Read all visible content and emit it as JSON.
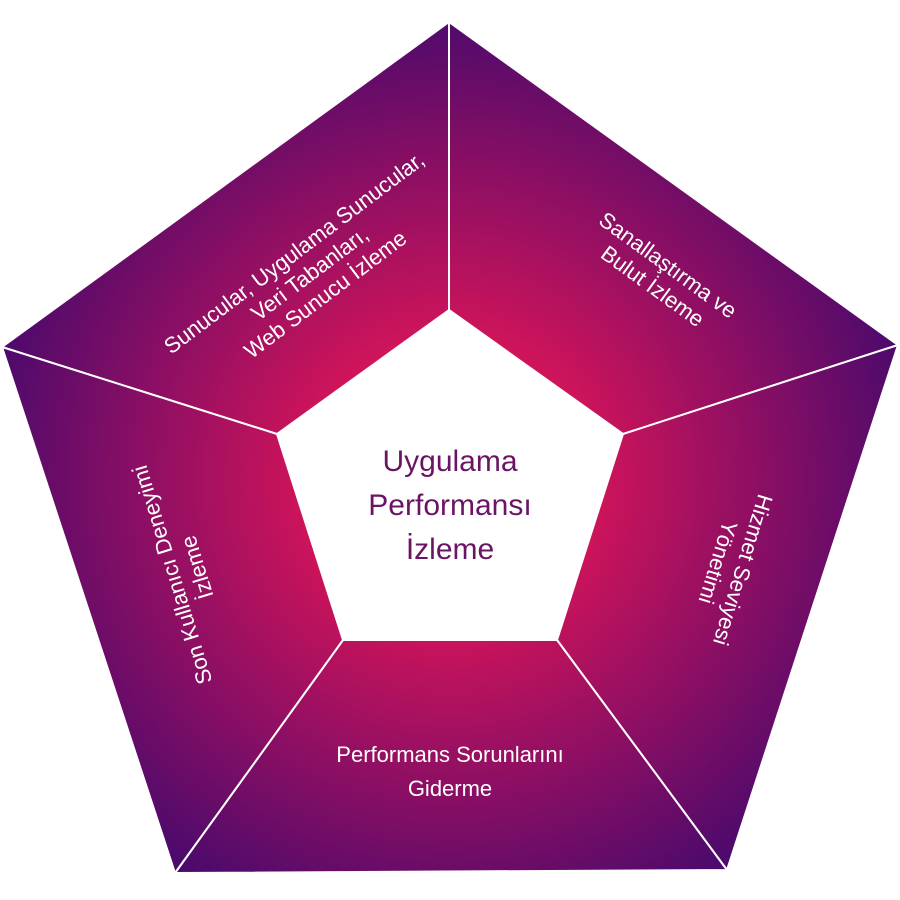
{
  "center": {
    "lines": [
      "Uygulama",
      "Performansı",
      "İzleme"
    ]
  },
  "segments": [
    {
      "id": "top-left",
      "lines": [
        "Sunucular, Uygulama Sunucular,",
        "Veri Tabanları,",
        "Web Sunucu İzleme"
      ]
    },
    {
      "id": "top-right",
      "lines": [
        "Sanallaştırma ve",
        "Bulut İzleme"
      ]
    },
    {
      "id": "right",
      "lines": [
        "Hizmet Seviyesi",
        "Yönetimi"
      ]
    },
    {
      "id": "bottom",
      "lines": [
        "Performans Sorunlarını",
        "Giderme"
      ]
    },
    {
      "id": "left",
      "lines": [
        "Son Kullanıcı Deneyimi",
        "İzleme"
      ]
    }
  ],
  "colors": {
    "inner": "#d0145a",
    "outer": "#4b0a6c",
    "center_text": "#6a1464"
  }
}
